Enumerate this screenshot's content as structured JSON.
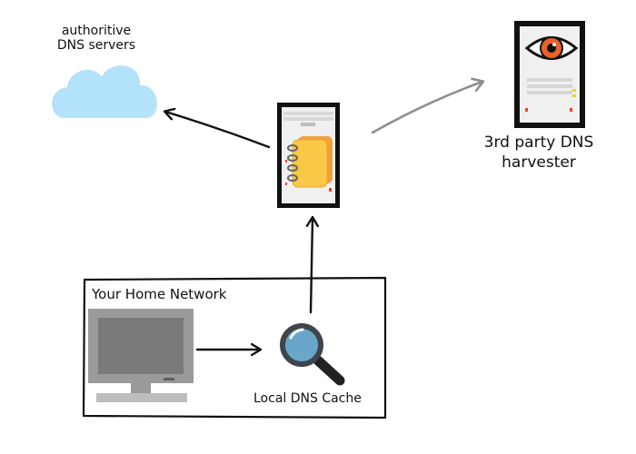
{
  "labels": {
    "cloud_line1": "authoritive",
    "cloud_line2": "DNS servers",
    "harvester_line1": "3rd party DNS",
    "harvester_line2": "harvester",
    "home_network": "Your Home Network",
    "local_cache": "Local DNS Cache"
  },
  "icons": {
    "cloud": "cloud-icon",
    "resolver": "server-with-notebook-icon",
    "harvester": "server-with-eye-icon",
    "computer": "computer-monitor-icon",
    "cache": "magnifying-glass-icon"
  },
  "colors": {
    "cloud": "#b3e3fa",
    "server_body": "#f0f0f0",
    "notebook": "#f9c846",
    "eye_iris": "#e8622a",
    "monitor": "#9a9a9a",
    "magnifier_lens": "#6aa6c9",
    "forward_arrow": "#8e8e8e"
  }
}
